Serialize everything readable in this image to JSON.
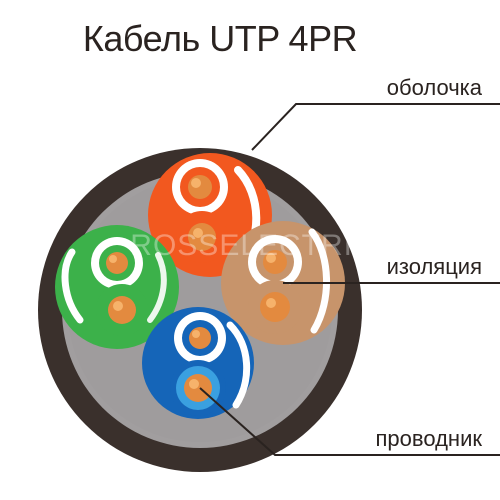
{
  "title": "Кабель UTP 4PR",
  "watermark": "ROSSELECTRIC",
  "labels": {
    "sheath": "оболочка",
    "insulation": "изоляция",
    "conductor": "проводник"
  },
  "colors": {
    "sheath": "#3a302c",
    "filler": "#a19e9f",
    "pair_orange": "#f2581f",
    "pair_green": "#3cb14a",
    "pair_brown": "#c7946b",
    "pair_blue": "#1565b8",
    "copper": "#e38a3f",
    "copper_highlight": "#f6b26b",
    "white": "#ffffff",
    "leader": "#2a2320"
  },
  "pairs": [
    {
      "name": "orange",
      "color_key": "pair_orange"
    },
    {
      "name": "green",
      "color_key": "pair_green"
    },
    {
      "name": "brown",
      "color_key": "pair_brown"
    },
    {
      "name": "blue",
      "color_key": "pair_blue"
    }
  ]
}
